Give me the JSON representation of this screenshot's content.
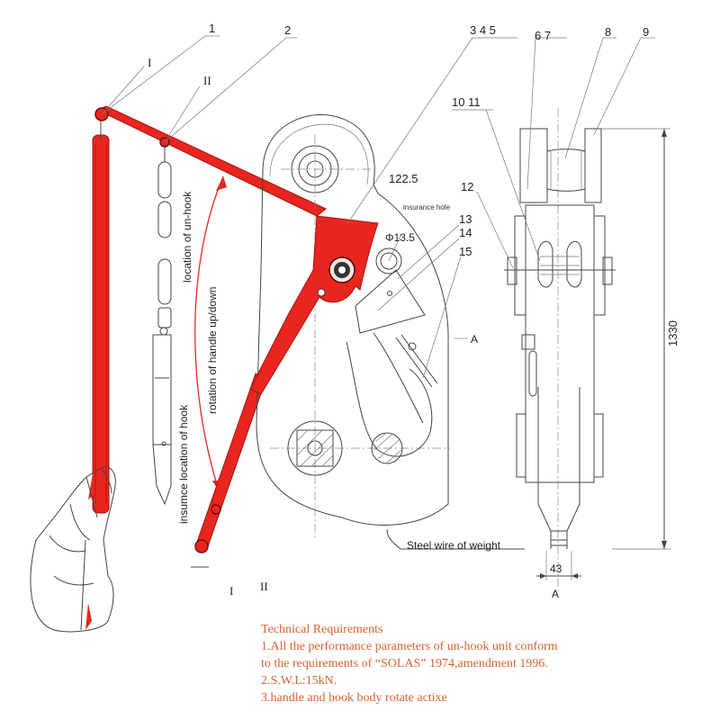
{
  "callouts": {
    "n1": "1",
    "n2": "2",
    "n345": "3 4 5",
    "n67": "6 7",
    "n8": "8",
    "n9": "9",
    "n1011": "10 11",
    "n12": "12",
    "n13": "13",
    "n14": "14",
    "n15": "15"
  },
  "positions": {
    "I_top": "I",
    "II_top": "II",
    "I_bottom": "I",
    "II_bottom": "II"
  },
  "dimensions": {
    "offset": "122.5",
    "hole": "Φ13.5",
    "height": "1330",
    "width": "43"
  },
  "labels": {
    "insurance_hole": "insurance hole",
    "location_unhook": "location of un-hook",
    "rotation_handle": "rotation of handle up/down",
    "insurance_location": "insumce location of hook",
    "steel_wire": "Steel wire of weight",
    "section_a_side": "A",
    "section_a_bottom": "A"
  },
  "requirements": {
    "title": "Technical Requirements",
    "line1": "1.All the performance parameters of un-hook unit conform",
    "line2": "to the requirements of “SOLAS” 1974,amendment 1996.",
    "line3": "2.S.W.L:15kN.",
    "line4": "3.handle and hook body rotate actixe"
  },
  "colors": {
    "handle": "#e8261f",
    "requirements_text": "#d9622f",
    "lines": "#444444"
  }
}
